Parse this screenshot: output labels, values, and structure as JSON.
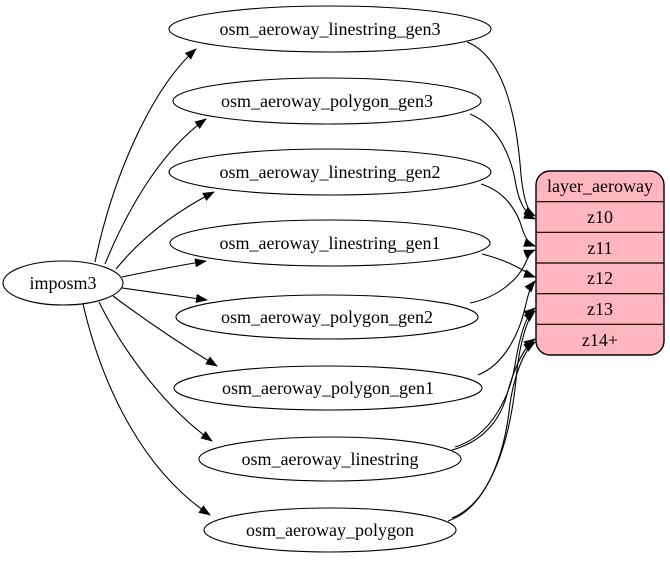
{
  "diagram": {
    "background_color": "#ffffff",
    "source": {
      "label": "imposm3"
    },
    "tables": [
      {
        "label": "osm_aeroway_linestring_gen3"
      },
      {
        "label": "osm_aeroway_polygon_gen3"
      },
      {
        "label": "osm_aeroway_linestring_gen2"
      },
      {
        "label": "osm_aeroway_linestring_gen1"
      },
      {
        "label": "osm_aeroway_polygon_gen2"
      },
      {
        "label": "osm_aeroway_polygon_gen1"
      },
      {
        "label": "osm_aeroway_linestring"
      },
      {
        "label": "osm_aeroway_polygon"
      }
    ],
    "layer": {
      "title": "layer_aeroway",
      "rows": [
        "z10",
        "z11",
        "z12",
        "z13",
        "z14+"
      ],
      "fill": "#ffb6c1",
      "stroke": "#000000"
    },
    "edges": [
      {
        "from": "imposm3",
        "to": "osm_aeroway_linestring_gen3"
      },
      {
        "from": "imposm3",
        "to": "osm_aeroway_polygon_gen3"
      },
      {
        "from": "imposm3",
        "to": "osm_aeroway_linestring_gen2"
      },
      {
        "from": "imposm3",
        "to": "osm_aeroway_linestring_gen1"
      },
      {
        "from": "imposm3",
        "to": "osm_aeroway_polygon_gen2"
      },
      {
        "from": "imposm3",
        "to": "osm_aeroway_polygon_gen1"
      },
      {
        "from": "imposm3",
        "to": "osm_aeroway_linestring"
      },
      {
        "from": "imposm3",
        "to": "osm_aeroway_polygon"
      },
      {
        "from": "osm_aeroway_linestring_gen3",
        "to": "z10"
      },
      {
        "from": "osm_aeroway_polygon_gen3",
        "to": "z10"
      },
      {
        "from": "osm_aeroway_linestring_gen2",
        "to": "z11"
      },
      {
        "from": "osm_aeroway_polygon_gen2",
        "to": "z11"
      },
      {
        "from": "osm_aeroway_linestring_gen1",
        "to": "z12"
      },
      {
        "from": "osm_aeroway_polygon_gen1",
        "to": "z12"
      },
      {
        "from": "osm_aeroway_linestring",
        "to": "z13"
      },
      {
        "from": "osm_aeroway_polygon",
        "to": "z13"
      },
      {
        "from": "osm_aeroway_linestring",
        "to": "z14+"
      },
      {
        "from": "osm_aeroway_polygon",
        "to": "z14+"
      }
    ]
  }
}
